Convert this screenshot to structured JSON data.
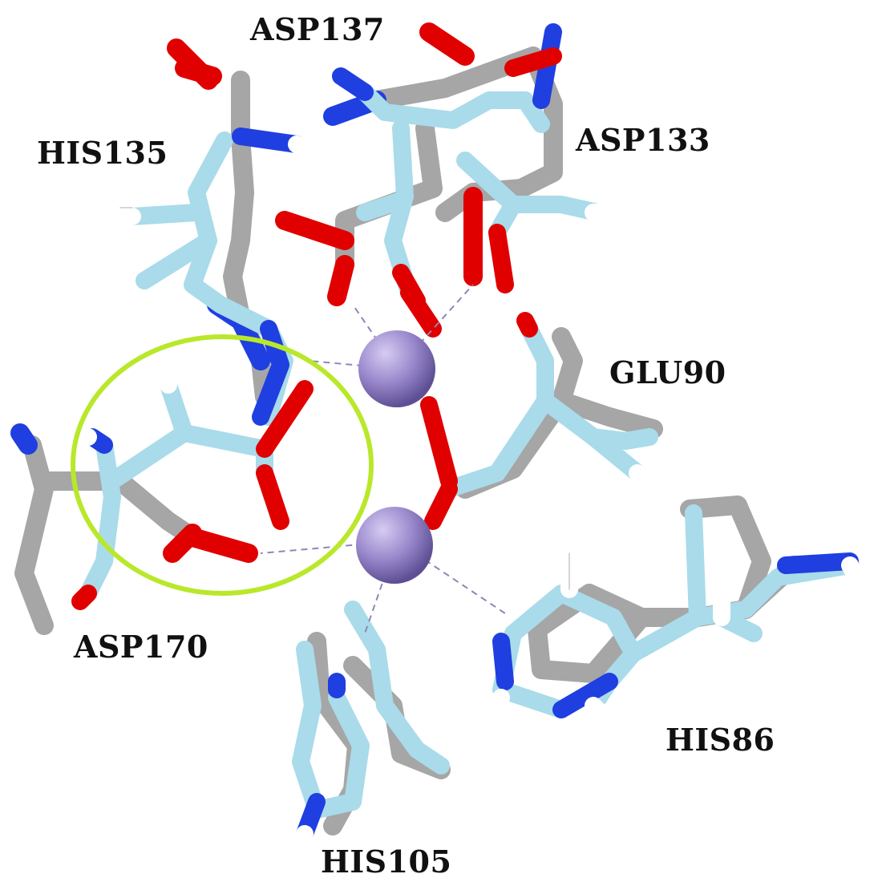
{
  "labels": {
    "asp137": "ASP137",
    "his135": "HIS135",
    "asp133": "ASP133",
    "glu90": "GLU90",
    "asp170": "ASP170",
    "his86": "HIS86",
    "his105": "HIS105"
  },
  "colors": {
    "background": "#ffffff",
    "structure_a": "#a9dbea",
    "structure_b": "#a6a6a6",
    "oxygen": "#e00000",
    "nitrogen": "#1f3fe0",
    "hydrogen": "#ffffff",
    "metal_ion": "#9887c9",
    "coordination_bond": "#8e86b8",
    "highlight_ring": "#b9e82a"
  }
}
